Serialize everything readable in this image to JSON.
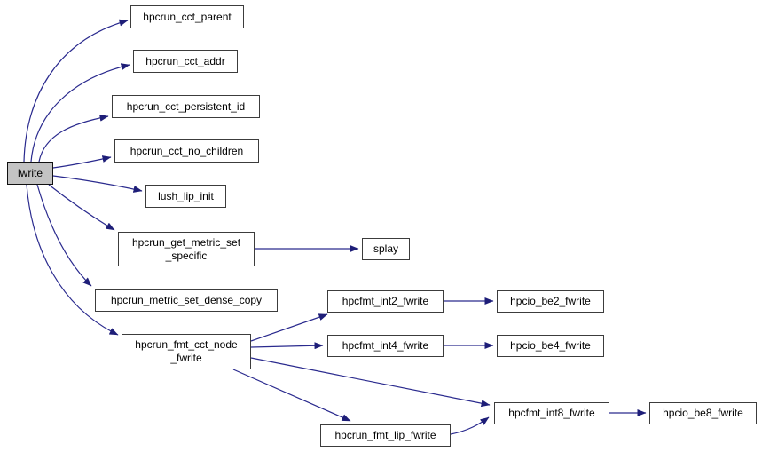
{
  "diagram": {
    "type": "call-graph",
    "root": "lwrite",
    "colors": {
      "edge": "#2a2a8e",
      "edge-dark": "#1e1e78",
      "node-border": "#3c3c3c",
      "node-fill": "#ffffff",
      "highlight-fill": "#c3c3c3",
      "text": "#000000",
      "bg": "#ffffff"
    },
    "nodes": [
      {
        "id": "lwrite",
        "highlighted": true,
        "lines": [
          "lwrite"
        ]
      },
      {
        "id": "hpcrun_cct_parent",
        "lines": [
          "hpcrun_cct_parent"
        ]
      },
      {
        "id": "hpcrun_cct_addr",
        "lines": [
          "hpcrun_cct_addr"
        ]
      },
      {
        "id": "hpcrun_cct_persistent_id",
        "lines": [
          "hpcrun_cct_persistent_id"
        ]
      },
      {
        "id": "hpcrun_cct_no_children",
        "lines": [
          "hpcrun_cct_no_children"
        ]
      },
      {
        "id": "lush_lip_init",
        "lines": [
          "lush_lip_init"
        ]
      },
      {
        "id": "hpcrun_get_metric_set_specific",
        "lines": [
          "hpcrun_get_metric_set",
          "_specific"
        ]
      },
      {
        "id": "splay",
        "lines": [
          "splay"
        ]
      },
      {
        "id": "hpcrun_metric_set_dense_copy",
        "lines": [
          "hpcrun_metric_set_dense_copy"
        ]
      },
      {
        "id": "hpcrun_fmt_cct_node_fwrite",
        "lines": [
          "hpcrun_fmt_cct_node",
          "_fwrite"
        ]
      },
      {
        "id": "hpcfmt_int2_fwrite",
        "lines": [
          "hpcfmt_int2_fwrite"
        ]
      },
      {
        "id": "hpcio_be2_fwrite",
        "lines": [
          "hpcio_be2_fwrite"
        ]
      },
      {
        "id": "hpcfmt_int4_fwrite",
        "lines": [
          "hpcfmt_int4_fwrite"
        ]
      },
      {
        "id": "hpcio_be4_fwrite",
        "lines": [
          "hpcio_be4_fwrite"
        ]
      },
      {
        "id": "hpcfmt_int8_fwrite",
        "lines": [
          "hpcfmt_int8_fwrite"
        ]
      },
      {
        "id": "hpcio_be8_fwrite",
        "lines": [
          "hpcio_be8_fwrite"
        ]
      },
      {
        "id": "hpcrun_fmt_lip_fwrite",
        "lines": [
          "hpcrun_fmt_lip_fwrite"
        ]
      }
    ],
    "edges": [
      {
        "from": "lwrite",
        "to": "hpcrun_cct_parent"
      },
      {
        "from": "lwrite",
        "to": "hpcrun_cct_addr"
      },
      {
        "from": "lwrite",
        "to": "hpcrun_cct_persistent_id"
      },
      {
        "from": "lwrite",
        "to": "hpcrun_cct_no_children"
      },
      {
        "from": "lwrite",
        "to": "lush_lip_init"
      },
      {
        "from": "lwrite",
        "to": "hpcrun_get_metric_set_specific"
      },
      {
        "from": "lwrite",
        "to": "hpcrun_metric_set_dense_copy"
      },
      {
        "from": "lwrite",
        "to": "hpcrun_fmt_cct_node_fwrite"
      },
      {
        "from": "hpcrun_get_metric_set_specific",
        "to": "splay"
      },
      {
        "from": "hpcrun_fmt_cct_node_fwrite",
        "to": "hpcfmt_int2_fwrite"
      },
      {
        "from": "hpcrun_fmt_cct_node_fwrite",
        "to": "hpcfmt_int4_fwrite"
      },
      {
        "from": "hpcrun_fmt_cct_node_fwrite",
        "to": "hpcfmt_int8_fwrite"
      },
      {
        "from": "hpcrun_fmt_cct_node_fwrite",
        "to": "hpcrun_fmt_lip_fwrite"
      },
      {
        "from": "hpcrun_fmt_lip_fwrite",
        "to": "hpcfmt_int8_fwrite"
      },
      {
        "from": "hpcfmt_int2_fwrite",
        "to": "hpcio_be2_fwrite"
      },
      {
        "from": "hpcfmt_int4_fwrite",
        "to": "hpcio_be4_fwrite"
      },
      {
        "from": "hpcfmt_int8_fwrite",
        "to": "hpcio_be8_fwrite"
      }
    ]
  }
}
